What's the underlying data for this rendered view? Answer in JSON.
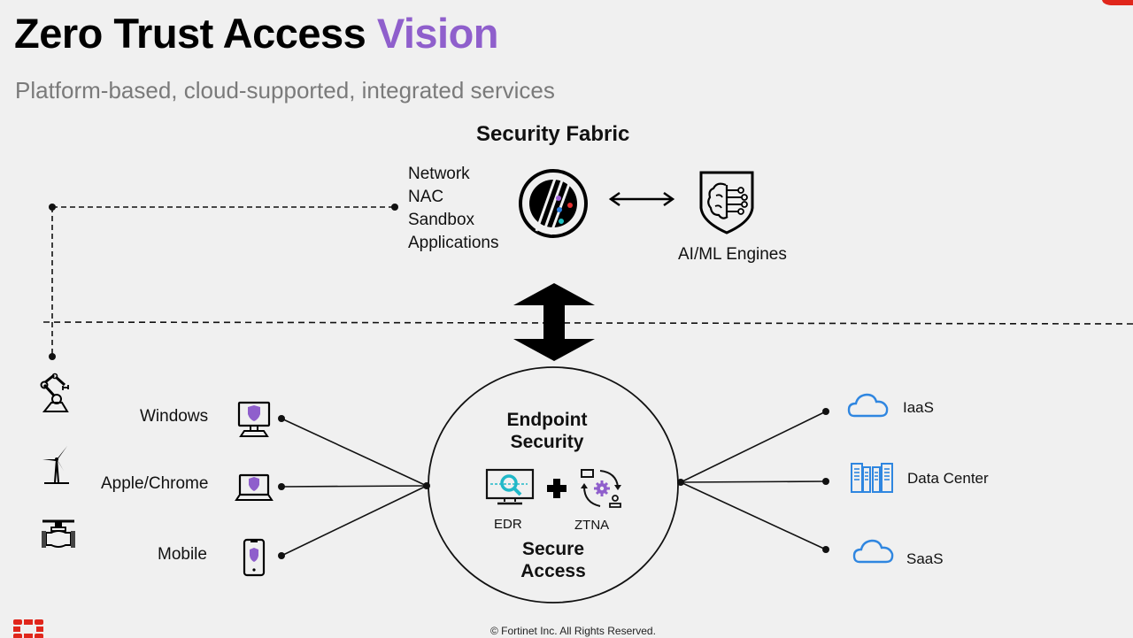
{
  "slide": {
    "title_main": "Zero Trust Access",
    "title_accent": "Vision",
    "subtitle": "Platform-based, cloud-supported, integrated services",
    "accent_color": "#8f5fcc",
    "brand_red": "#e0261b"
  },
  "security_fabric": {
    "title": "Security Fabric",
    "items": [
      "Network",
      "NAC",
      "Sandbox",
      "Applications"
    ],
    "fabric_icon": "security-fabric-icon",
    "connector": "bidirectional-arrow",
    "ai_engine": {
      "label": "AI/ML Engines",
      "icon": "ai-brain-shield-icon"
    }
  },
  "ot_devices": [
    {
      "icon": "robotic-arm-icon"
    },
    {
      "icon": "wind-turbine-icon"
    },
    {
      "icon": "valve-icon"
    }
  ],
  "endpoints": [
    {
      "label": "Windows",
      "icon": "desktop-shield-icon"
    },
    {
      "label": "Apple/Chrome",
      "icon": "laptop-shield-icon"
    },
    {
      "label": "Mobile",
      "icon": "mobile-shield-icon"
    }
  ],
  "center": {
    "top_title_line1": "Endpoint",
    "top_title_line2": "Security",
    "edr_label": "EDR",
    "ztna_label": "ZTNA",
    "bottom_title_line1": "Secure",
    "bottom_title_line2": "Access"
  },
  "destinations": [
    {
      "label": "IaaS",
      "icon": "cloud-icon"
    },
    {
      "label": "Data Center",
      "icon": "data-center-icon"
    },
    {
      "label": "SaaS",
      "icon": "cloud-icon"
    }
  ],
  "footer": {
    "copyright": "© Fortinet Inc. All Rights Reserved."
  }
}
